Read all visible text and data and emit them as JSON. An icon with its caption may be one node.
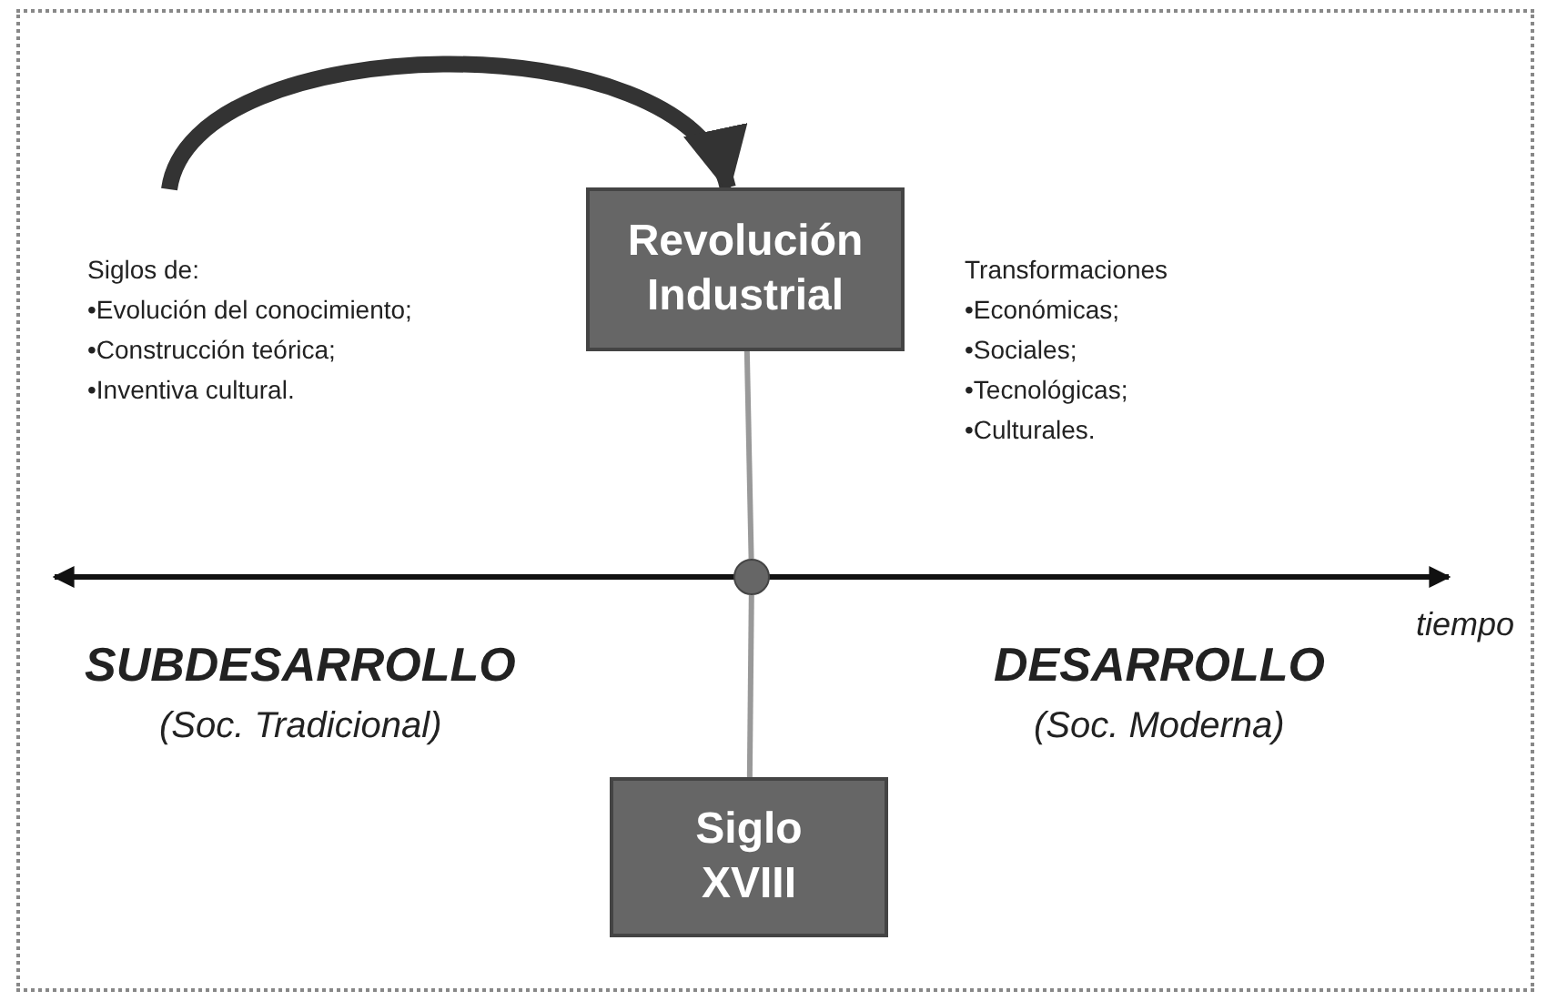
{
  "diagram": {
    "nodes": [
      {
        "text": [
          "Revolución Industrial"
        ]
      },
      {
        "text": [
          "Siglo XVIII"
        ]
      },
      {
        "text": [],
        "shape": "circle"
      }
    ],
    "edges": [
      {
        "from": null,
        "to": 0,
        "arrow": "to",
        "style": "thick",
        "color": "#333333"
      },
      {
        "from": 0,
        "to": 2,
        "arrow": "none"
      },
      {
        "from": 2,
        "to": 1,
        "arrow": "none"
      }
    ],
    "labels": [
      "Siglos de:",
      "•Evolución del conocimiento;",
      "•Construcción teórica;",
      "•Inventiva cultural.",
      "Transformaciones",
      "•Económicas;",
      "•Sociales;",
      "•Tecnológicas;",
      "•Culturales.",
      "tiempo",
      "SUBDESARROLLO",
      "(Soc. Tradicional)",
      "DESARROLLO",
      "(Soc. Moderna)"
    ]
  }
}
